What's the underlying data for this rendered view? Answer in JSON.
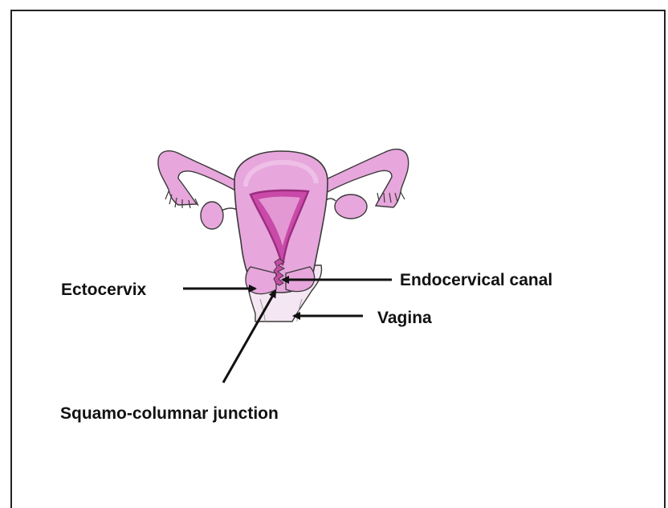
{
  "labels": {
    "ectocervix": "Ectocervix",
    "endocervical_canal": "Endocervical canal",
    "vagina": "Vagina",
    "sq_junction": "Squamo-columnar junction"
  },
  "colors": {
    "tissue_fill": "#e7a6dc",
    "tissue_light": "#f0c6ea",
    "cavity": "#c94aa8",
    "cavity_edge": "#9a2d7e",
    "outline": "#3a3a3a",
    "lower_fill": "#f4e6f2"
  }
}
